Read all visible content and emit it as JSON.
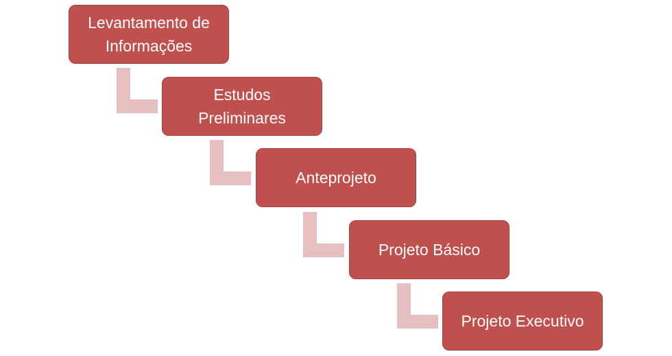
{
  "diagram": {
    "steps": [
      {
        "label": "Levantamento de\nInformações"
      },
      {
        "label": "Estudos\nPreliminares"
      },
      {
        "label": "Anteprojeto"
      },
      {
        "label": "Projeto Básico"
      },
      {
        "label": "Projeto Executivo"
      }
    ],
    "colors": {
      "box_fill": "#c0504d",
      "box_border": "#a8403e",
      "connector_fill": "#e6bfc1",
      "text": "#ffffff"
    }
  }
}
